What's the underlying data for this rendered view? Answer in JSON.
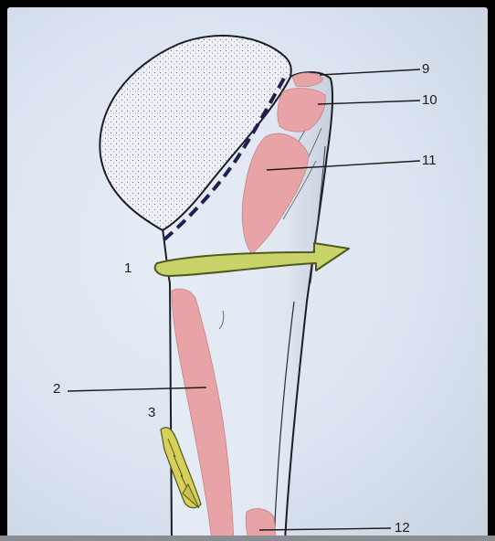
{
  "labels": {
    "l1": "1",
    "l2": "2",
    "l3": "3",
    "l9": "9",
    "l10": "10",
    "l11": "11",
    "l12": "12"
  },
  "colors": {
    "muscle_attachment": "#e8a3a6",
    "rotation_arrow": "#c9d36a",
    "arrow_outline": "#4f5a1f",
    "outline": "#1d1d24",
    "paper": "#dde6f1"
  }
}
